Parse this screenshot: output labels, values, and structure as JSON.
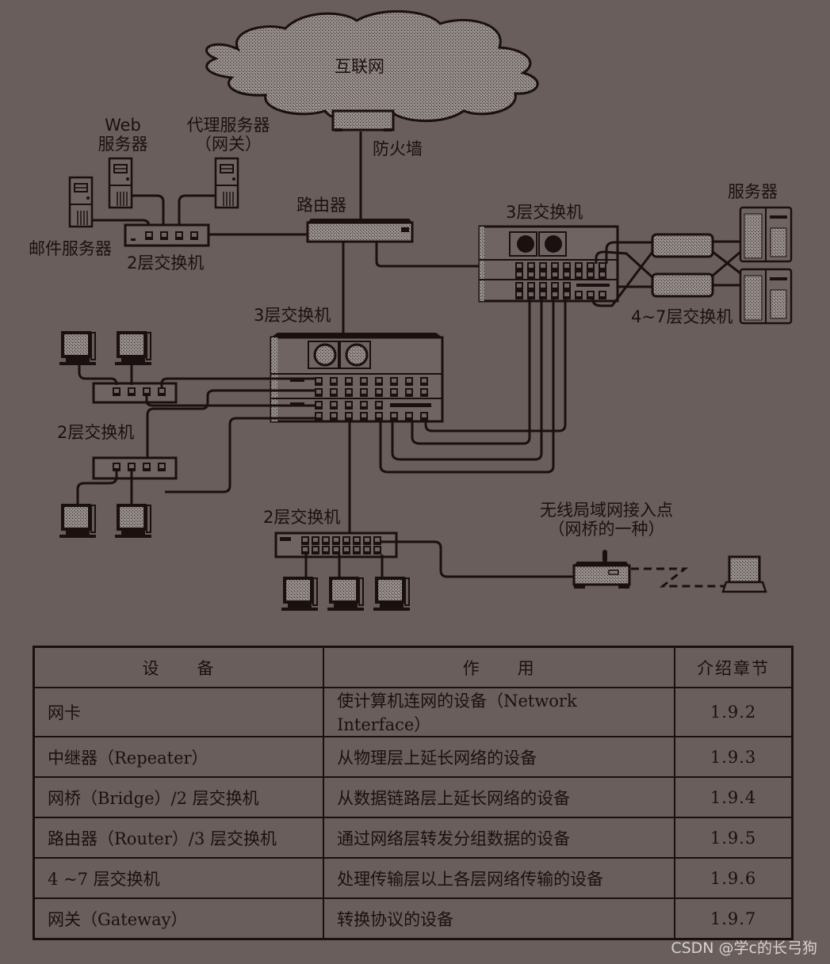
{
  "diagram": {
    "labels": {
      "internet": "互联网",
      "firewall": "防火墙",
      "router": "路由器",
      "web_server_line1": "Web",
      "web_server_line2": "服务器",
      "proxy_server_line1": "代理服务器",
      "proxy_server_line2": "（网关）",
      "mail_server": "邮件服务器",
      "l2_switch_top": "2层交换机",
      "l3_switch_right": "3层交换机",
      "servers": "服务器",
      "l47_switch": "4~7层交换机",
      "l3_switch_center": "3层交换机",
      "l2_switch_left": "2层交换机",
      "l2_switch_bottom": "2层交换机",
      "wireless_ap_line1": "无线局域网接入点",
      "wireless_ap_line2": "（网桥的一种）"
    }
  },
  "table": {
    "headers": [
      "设　　备",
      "作　　用",
      "介绍章节"
    ],
    "rows": [
      {
        "device": "网卡",
        "role": "使计算机连网的设备（Network Interface）",
        "section": "1.9.2"
      },
      {
        "device": "中继器（Repeater）",
        "role": "从物理层上延长网络的设备",
        "section": "1.9.3"
      },
      {
        "device": "网桥（Bridge）/2 层交换机",
        "role": "从数据链路层上延长网络的设备",
        "section": "1.9.4"
      },
      {
        "device": "路由器（Router）/3 层交换机",
        "role": "通过网络层转发分组数据的设备",
        "section": "1.9.5"
      },
      {
        "device": "4 ~7 层交换机",
        "role": "处理传输层以上各层网络传输的设备",
        "section": "1.9.6"
      },
      {
        "device": "网关（Gateway）",
        "role": "转换协议的设备",
        "section": "1.9.7"
      }
    ]
  },
  "watermark": "CSDN @学c的长弓狗",
  "colors": {
    "background": "#695e5b",
    "ink": "#1a1010",
    "fill": "#8a807d"
  }
}
